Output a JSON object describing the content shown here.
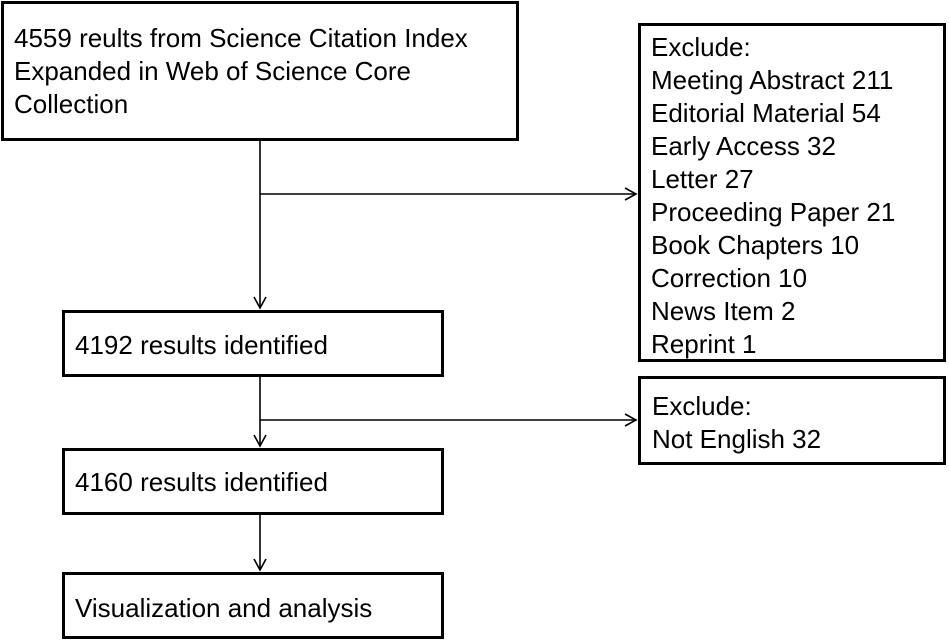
{
  "flowchart": {
    "source": {
      "lines": [
        "4559 reults from Science Citation Index",
        "Expanded in Web of Science Core",
        "Collection"
      ]
    },
    "exclude_types": {
      "heading": "Exclude:",
      "items": [
        "Meeting Abstract 211",
        "Editorial Material 54",
        "Early Access 32",
        "Letter 27",
        "Proceeding Paper 21",
        "Book Chapters 10",
        "Correction 10",
        "News Item 2",
        "Reprint 1"
      ]
    },
    "identified_1": {
      "label": "4192 results identified"
    },
    "exclude_language": {
      "heading": "Exclude:",
      "items": [
        "Not English 32"
      ]
    },
    "identified_2": {
      "label": "4160 results identified"
    },
    "analysis": {
      "label": "Visualization and analysis"
    }
  }
}
